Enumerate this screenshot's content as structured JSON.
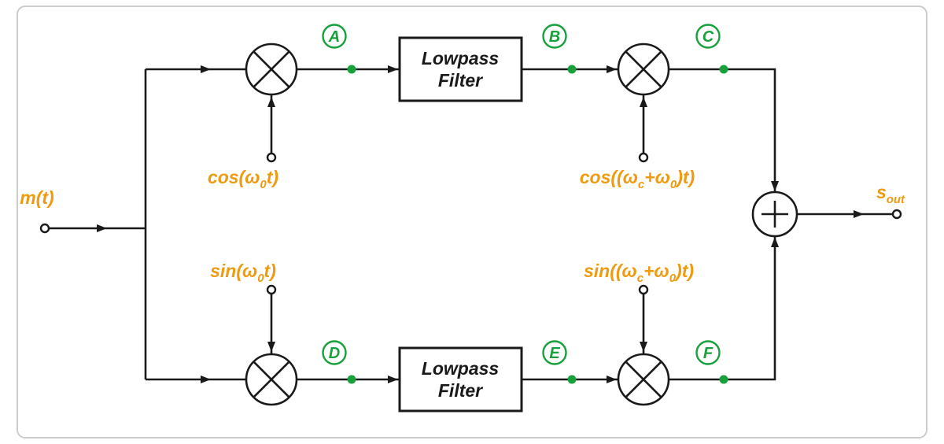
{
  "diagram": {
    "colors": {
      "line": "#1a1a1a",
      "green": "#18a03c",
      "orange": "#ee9b11",
      "frame": "#cccccc"
    },
    "input": {
      "label": "m(t)"
    },
    "output": {
      "base": "s",
      "sub": "out"
    },
    "filter": {
      "line1": "Lowpass",
      "line2": "Filter"
    },
    "nodes": {
      "a": "A",
      "b": "B",
      "c": "C",
      "d": "D",
      "e": "E",
      "f": "F"
    },
    "oscillators": {
      "cos0": {
        "p1": "cos(ω",
        "s1": "0",
        "p2": "t)"
      },
      "sin0": {
        "p1": "sin(ω",
        "s1": "0",
        "p2": "t)"
      },
      "cosc": {
        "p1": "cos((ω",
        "s1": "c",
        "p2": "+ω",
        "s2": "0",
        "p3": ")t)"
      },
      "sinc": {
        "p1": "sin((ω",
        "s1": "c",
        "p2": "+ω",
        "s2": "0",
        "p3": ")t)"
      }
    }
  }
}
